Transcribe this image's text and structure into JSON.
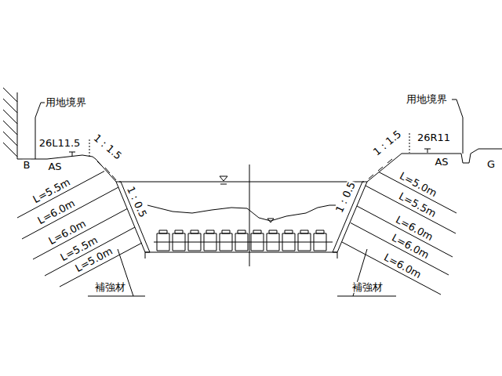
{
  "diagram": {
    "labels": [
      "用地境界",
      "用地境界",
      "26L11.5",
      "26R11",
      "B",
      "AS",
      "AS",
      "G",
      "1 : 1.5",
      "1 : 1.5",
      "1 : 0.5",
      "1 : 0.5",
      "L=5.5m",
      "L=6.0m",
      "L=6.0m",
      "L=5.5m",
      "L=5.0m",
      "L=5.0m",
      "L=5.5m",
      "L=6.0m",
      "L=6.0m",
      "L=6.0m",
      "補強材",
      "補強材"
    ]
  }
}
